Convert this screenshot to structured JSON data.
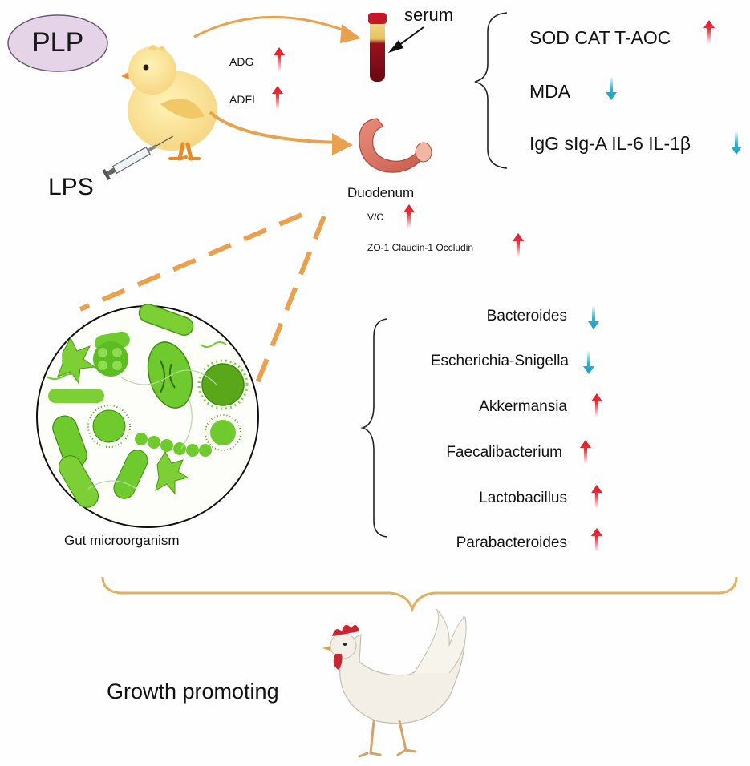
{
  "top": {
    "plp_label": "PLP",
    "lps_label": "LPS",
    "adg_label": "ADG",
    "adfi_label": "ADFI",
    "serum_label": "serum",
    "duodenum_label": "Duodenum",
    "vc_label": "V/C",
    "tight_junction_label": "ZO-1 Claudin-1 Occludin"
  },
  "serum_results": [
    {
      "label": "SOD CAT T-AOC",
      "direction": "up"
    },
    {
      "label": "MDA",
      "direction": "down"
    },
    {
      "label": "IgG sIg-A  IL-6 IL-1β",
      "direction": "down"
    }
  ],
  "microbiota": {
    "label": "Gut microorganism",
    "genera": [
      {
        "label": "Bacteroides",
        "direction": "down"
      },
      {
        "label": "Escherichia-Snigella",
        "direction": "down"
      },
      {
        "label": "Akkermansia",
        "direction": "up"
      },
      {
        "label": "Faecalibacterium",
        "direction": "up"
      },
      {
        "label": "Lactobacillus",
        "direction": "up"
      },
      {
        "label": "Parabacteroides",
        "direction": "up"
      }
    ]
  },
  "outcome": {
    "label": "Growth promoting"
  },
  "colors": {
    "up_arrow": "#e8303a",
    "down_arrow": "#2bb2d2",
    "flow_arrow": "#eaa14e",
    "plp_fill": "#e5d3e7",
    "bacteria_green": "#6fca2e"
  }
}
